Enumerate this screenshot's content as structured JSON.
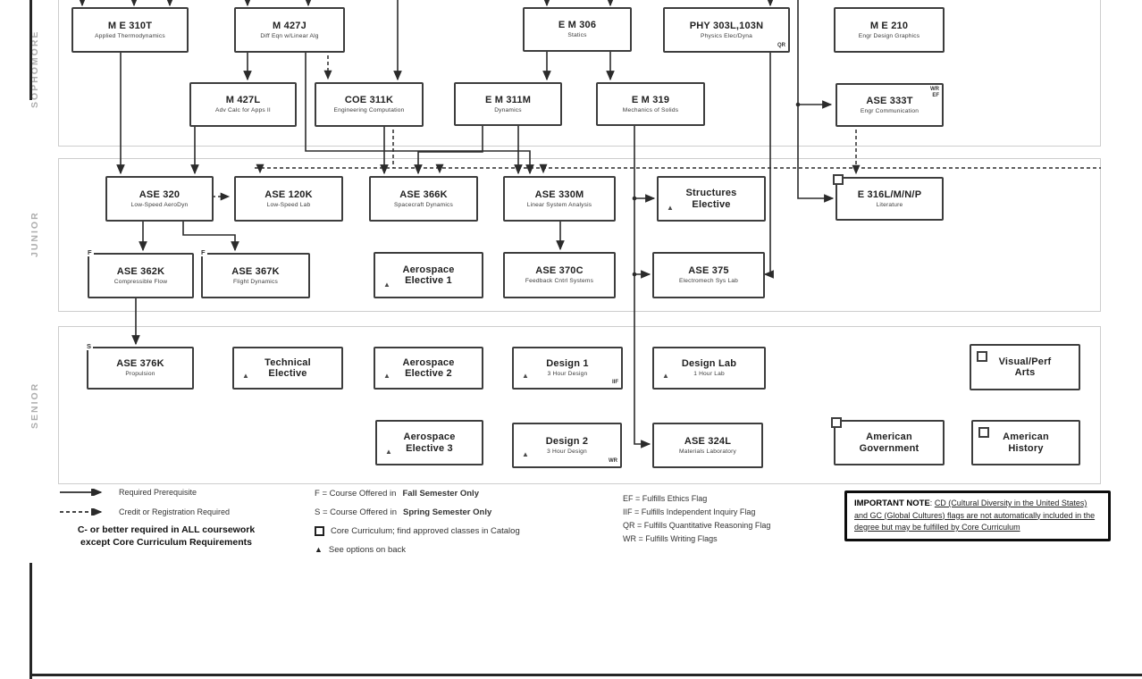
{
  "years": [
    "SOPHOMORE",
    "JUNIOR",
    "SENIOR"
  ],
  "courses": [
    {
      "id": "ME310T",
      "title": "M E 310T",
      "subtitle": "Applied Thermodynamics"
    },
    {
      "id": "M427J",
      "title": "M 427J",
      "subtitle": "Diff Eqn w/Linear Alg"
    },
    {
      "id": "EM306",
      "title": "E M 306",
      "subtitle": "Statics"
    },
    {
      "id": "PHY303L",
      "title": "PHY 303L,103N",
      "subtitle": "Physics Elec/Dyna",
      "flag_br": "QR"
    },
    {
      "id": "ME210",
      "title": "M E 210",
      "subtitle": "Engr Design Graphics"
    },
    {
      "id": "M427L",
      "title": "M 427L",
      "subtitle": "Adv Calc for Apps II"
    },
    {
      "id": "COE311K",
      "title": "COE 311K",
      "subtitle": "Engineering Computation"
    },
    {
      "id": "EM311M",
      "title": "E M 311M",
      "subtitle": "Dynamics"
    },
    {
      "id": "EM319",
      "title": "E M 319",
      "subtitle": "Mechanics of Solids"
    },
    {
      "id": "ASE333T",
      "title": "ASE 333T",
      "subtitle": "Engr Communication",
      "flags_tr": [
        "WR",
        "EF"
      ]
    },
    {
      "id": "ASE320",
      "title": "ASE 320",
      "subtitle": "Low-Speed AeroDyn"
    },
    {
      "id": "ASE120K",
      "title": "ASE 120K",
      "subtitle": "Low-Speed Lab"
    },
    {
      "id": "ASE366K",
      "title": "ASE 366K",
      "subtitle": "Spacecraft Dynamics"
    },
    {
      "id": "ASE330M",
      "title": "ASE 330M",
      "subtitle": "Linear System Analysis"
    },
    {
      "id": "STRUCT",
      "title": "Structures",
      "title2": "Elective",
      "marker": "triangle"
    },
    {
      "id": "E316L",
      "title": "E 316L/M/N/P",
      "subtitle": "Literature",
      "marker": "square-corner"
    },
    {
      "id": "ASE362K",
      "title": "ASE 362K",
      "subtitle": "Compressible Flow",
      "corner": "F"
    },
    {
      "id": "ASE367K",
      "title": "ASE 367K",
      "subtitle": "Flight Dynamics",
      "corner": "F"
    },
    {
      "id": "AERO1",
      "title": "Aerospace",
      "title2": "Elective 1",
      "marker": "triangle"
    },
    {
      "id": "ASE370C",
      "title": "ASE 370C",
      "subtitle": "Feedback Cntrl Systems"
    },
    {
      "id": "ASE375",
      "title": "ASE 375",
      "subtitle": "Electromech Sys Lab"
    },
    {
      "id": "ASE376K",
      "title": "ASE 376K",
      "subtitle": "Propulsion",
      "corner": "S"
    },
    {
      "id": "TECH",
      "title": "Technical",
      "title2": "Elective",
      "marker": "triangle"
    },
    {
      "id": "AERO2",
      "title": "Aerospace",
      "title2": "Elective 2",
      "marker": "triangle"
    },
    {
      "id": "DESIGN1",
      "title": "Design 1",
      "subtitle": "3 Hour Design",
      "marker": "triangle",
      "flag_br": "IIF"
    },
    {
      "id": "DESIGNLAB",
      "title": "Design Lab",
      "subtitle": "1 Hour Lab",
      "marker": "triangle"
    },
    {
      "id": "VISUAL",
      "title": "Visual/Perf",
      "title2": "Arts",
      "marker": "square"
    },
    {
      "id": "AERO3",
      "title": "Aerospace",
      "title2": "Elective 3",
      "marker": "triangle"
    },
    {
      "id": "DESIGN2",
      "title": "Design 2",
      "subtitle": "3 Hour Design",
      "marker": "triangle",
      "flag_br": "WR"
    },
    {
      "id": "ASE324L",
      "title": "ASE 324L",
      "subtitle": "Materials Laboratory"
    },
    {
      "id": "AMGOV",
      "title": "American",
      "title2": "Government",
      "marker": "square-corner"
    },
    {
      "id": "AMHIST",
      "title": "American",
      "title2": "History",
      "marker": "square"
    }
  ],
  "edges": [
    {
      "from": "M E 310T",
      "to": "ASE 320",
      "style": "solid"
    },
    {
      "from": "M 427J",
      "to": "M 427L",
      "style": "solid"
    },
    {
      "from": "M 427J",
      "to": "COE 311K",
      "style": "dashed"
    },
    {
      "from": "M 427J",
      "to": "ASE 330M",
      "style": "solid"
    },
    {
      "from": "M 427L",
      "to": "ASE 320",
      "style": "solid"
    },
    {
      "from": "COE 311K",
      "to": "ASE 366K",
      "style": "solid"
    },
    {
      "from": "E M 306",
      "to": "E M 311M",
      "style": "solid"
    },
    {
      "from": "E M 306",
      "to": "E M 319",
      "style": "solid"
    },
    {
      "from": "E M 311M",
      "to": "ASE 366K",
      "style": "solid"
    },
    {
      "from": "E M 311M",
      "to": "ASE 330M",
      "style": "solid"
    },
    {
      "from": "E M 319",
      "to": "Structures Elective",
      "style": "solid"
    },
    {
      "from": "E M 319",
      "to": "ASE 375",
      "style": "solid"
    },
    {
      "from": "E M 319",
      "to": "ASE 324L",
      "style": "solid"
    },
    {
      "from": "PHY 303L,103N",
      "to": "ASE 375",
      "style": "solid"
    },
    {
      "from": "ASE 320",
      "to": "ASE 120K",
      "style": "dashed"
    },
    {
      "from": "ASE 320",
      "to": "ASE 362K",
      "style": "solid"
    },
    {
      "from": "ASE 320",
      "to": "ASE 367K",
      "style": "solid"
    },
    {
      "from": "ASE 330M",
      "to": "ASE 370C",
      "style": "solid"
    },
    {
      "from": "ASE 362K",
      "to": "ASE 376K",
      "style": "solid"
    },
    {
      "from": "ASE 333T",
      "to": "E 316L/M/N/P",
      "style": "dashed"
    }
  ],
  "legend": {
    "arrows": [
      {
        "style": "solid",
        "label": "Required Prerequisite"
      },
      {
        "style": "dashed",
        "label": "Credit or Registration Required"
      }
    ],
    "coursework_note_line1": "C- or better required in ALL coursework",
    "coursework_note_line2": "except Core Curriculum Requirements",
    "semester_codes": [
      {
        "prefix": "F = Course Offered in ",
        "bold": "Fall Semester Only"
      },
      {
        "prefix": "S = Course Offered in ",
        "bold": "Spring Semester Only"
      }
    ],
    "symbol_codes": [
      {
        "symbol": "square",
        "text": "Core Curriculum; find approved classes in Catalog"
      },
      {
        "symbol": "triangle",
        "text": "See options on back"
      }
    ],
    "flag_codes": [
      "EF = Fulfills Ethics Flag",
      "IIF = Fulfills Independent Inquiry Flag",
      "QR = Fulfills Quantitative Reasoning Flag",
      "WR = Fulfills Writing Flags"
    ]
  },
  "important_note": {
    "heading": "IMPORTANT NOTE",
    "body": "CD (Cultural Diversity in the United States) and GC (Global Cultures) flags are not automatically included in the degree but may be fulfilled by Core Curriculum"
  }
}
